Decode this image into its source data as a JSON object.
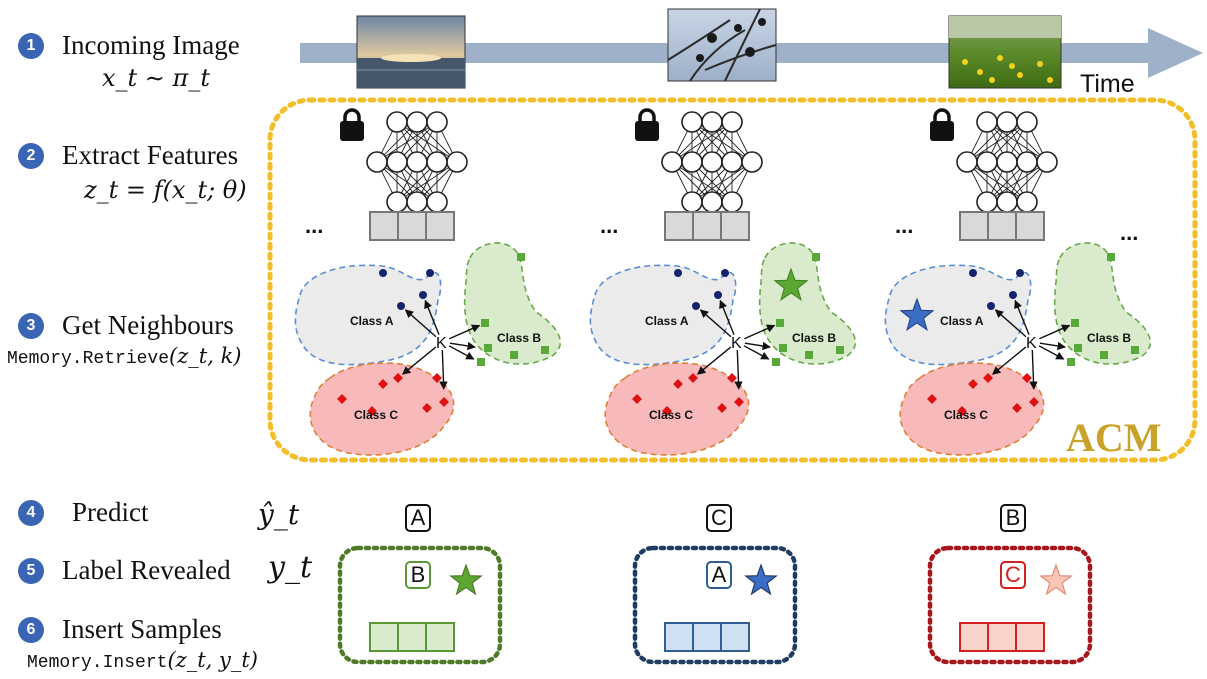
{
  "steps": [
    {
      "num": "1",
      "label": "Incoming Image",
      "formula": "x_t ∼ π_t"
    },
    {
      "num": "2",
      "label": "Extract Features",
      "formula": "z_t = f(x_t; θ)"
    },
    {
      "num": "3",
      "label": "Get Neighbours",
      "formula_code": "Memory.Retrieve",
      "formula_args": "(z_t, k)"
    },
    {
      "num": "4",
      "label": "Predict",
      "formula": "ŷ_t"
    },
    {
      "num": "5",
      "label": "Label Revealed",
      "formula": "y_t"
    },
    {
      "num": "6",
      "label": "Insert Samples",
      "formula_code": "Memory.Insert",
      "formula_args": "(z_t, y_t)"
    }
  ],
  "timeline": {
    "label": "Time",
    "arrow_color": "#9fb1c8"
  },
  "acm": {
    "label": "ACM",
    "border_color": "#f2bf2a",
    "label_color": "#c9a22b"
  },
  "ellipsis": "...",
  "class_labels": {
    "a": "Class A",
    "b": "Class B",
    "c": "Class C"
  },
  "neighbour_center_label": "K",
  "colors": {
    "class_a_fill": "#ebebeb",
    "class_a_border": "#5b8fd1",
    "class_a_point": "#14236b",
    "class_b_fill": "#d9ebcc",
    "class_b_border": "#6aa84f",
    "class_b_point": "#59a83a",
    "class_c_fill": "#f7b9b9",
    "class_c_border": "#e07f3a",
    "class_c_point": "#e01010",
    "step_badge": "#3a64b4"
  },
  "panels": [
    {
      "image": "sunset-over-sea-photo",
      "star_class": "none",
      "prediction": "A",
      "revealed": "B",
      "reveal_border_color": "#4f7a2a",
      "reveal_star_color": "#5aa832",
      "memory_fill": "#d9ebcc",
      "memory_border": "#5a9a36"
    },
    {
      "image": "bare-branches-photo",
      "star_class": "b",
      "prediction": "C",
      "revealed": "A",
      "reveal_border_color": "#1f3d63",
      "reveal_star_color": "#3b6dc4",
      "memory_fill": "#cfe0f3",
      "memory_border": "#2f5d95"
    },
    {
      "image": "yellow-flower-meadow-photo",
      "star_class": "a",
      "prediction": "B",
      "revealed": "C",
      "reveal_border_color": "#a8161c",
      "reveal_star_color": "#f8c7b5",
      "memory_fill": "#fad2cc",
      "memory_border": "#d32020"
    }
  ]
}
